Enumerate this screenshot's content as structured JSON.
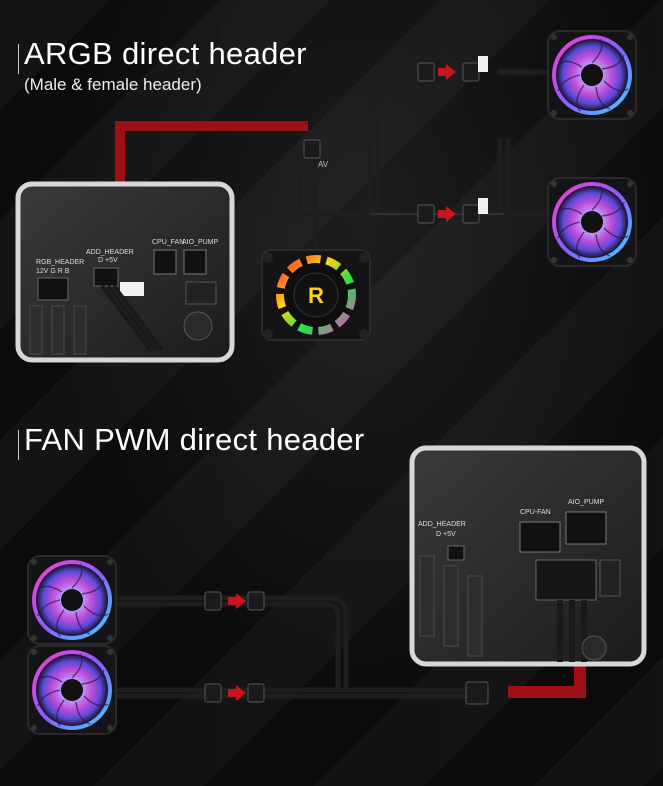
{
  "sections": [
    {
      "title": "ARGB direct header",
      "subtitle": "(Male & female header)"
    },
    {
      "title": "FAN PWM direct header"
    }
  ],
  "cable_tag": "AV",
  "board_top": {
    "labels": [
      "RGB_HEADER",
      "ADD_HEADER",
      "CPU_FAN",
      "AIO_PUMP"
    ],
    "pins_rgb": "12V G R B",
    "pins_add": "D +5V"
  },
  "board_bottom": {
    "labels": [
      "ADD_HEADER",
      "CPU-FAN",
      "AIO_PUMP"
    ],
    "pins_add": "D +5V"
  },
  "pump_logo": "R",
  "colors": {
    "accent_red": "#c4161c",
    "frame": "#d8d8d8"
  }
}
